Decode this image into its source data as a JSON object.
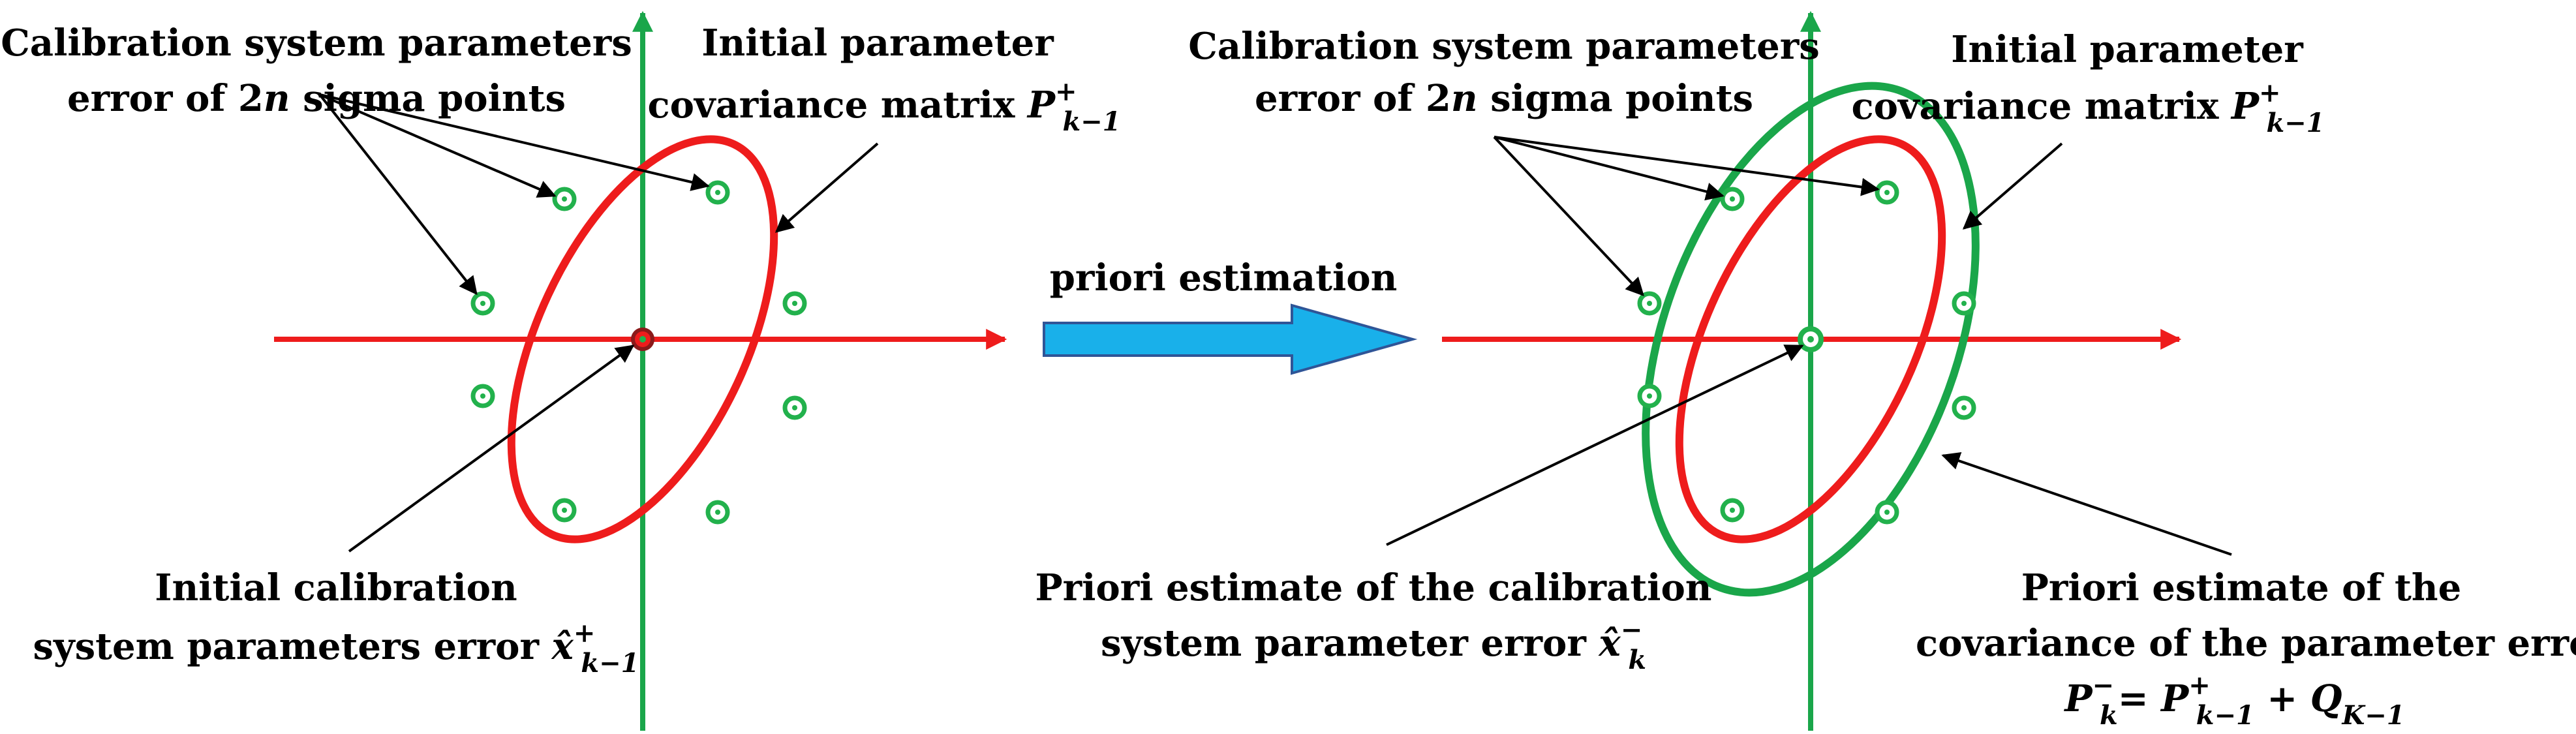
{
  "left_panel": {
    "sigma_label": {
      "line1": "Calibration system parameters",
      "line2_pre": "error of 2",
      "line2_var": "n",
      "line2_post": " sigma points"
    },
    "cov_label": {
      "line1": "Initial parameter",
      "line2_pre": "covariance matrix ",
      "sym": "P",
      "sup": "+",
      "sub": "k−1"
    },
    "mean_label": {
      "line1": "Initial calibration",
      "line2_pre": "system parameters error ",
      "sym": "x̂",
      "sup": "+",
      "sub": "k−1"
    }
  },
  "center": {
    "arrow_label": "priori estimation"
  },
  "right_panel": {
    "sigma_label": {
      "line1": "Calibration system parameters",
      "line2_pre": "error of 2",
      "line2_var": "n",
      "line2_post": " sigma points"
    },
    "cov_label": {
      "line1": "Initial parameter",
      "line2_pre": "covariance matrix ",
      "sym": "P",
      "sup": "+",
      "sub": "k−1"
    },
    "mean_label": {
      "line1": "Priori estimate of the calibration",
      "line2_pre": "system parameter error ",
      "sym": "x̂",
      "sup": "−",
      "sub": "k"
    },
    "prior_cov_label": {
      "line1": "Priori estimate of the",
      "line2": "covariance of the parameter error",
      "eq_P": "P",
      "eq_P_sup": "−",
      "eq_P_sub": "k",
      "eq_eq": "= ",
      "eq_P2": "P",
      "eq_P2_sup": "+",
      "eq_P2_sub": "k−1",
      "eq_plus": " + ",
      "eq_Q": "Q",
      "eq_Q_sub": "K−1"
    }
  },
  "colors": {
    "red": "#ee1c1c",
    "green": "#1aa64a",
    "sigma_green": "#22b14c",
    "blue_arrow": "#19b0ea",
    "blue_arrow_stroke": "#2f5597",
    "black": "#000000"
  }
}
